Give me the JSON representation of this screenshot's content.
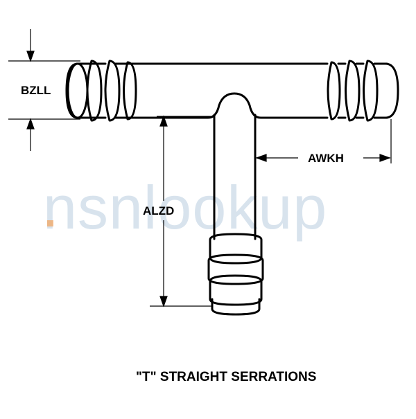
{
  "diagram": {
    "title": "\"T\" STRAIGHT SERRATIONS",
    "dimensions": {
      "bzll": "BZLL",
      "awkh": "AWKH",
      "alzd": "ALZD"
    }
  },
  "watermark": {
    "text": "nsnlookup",
    "color": "#b9cde0",
    "accent_color": "#f3a35a"
  }
}
